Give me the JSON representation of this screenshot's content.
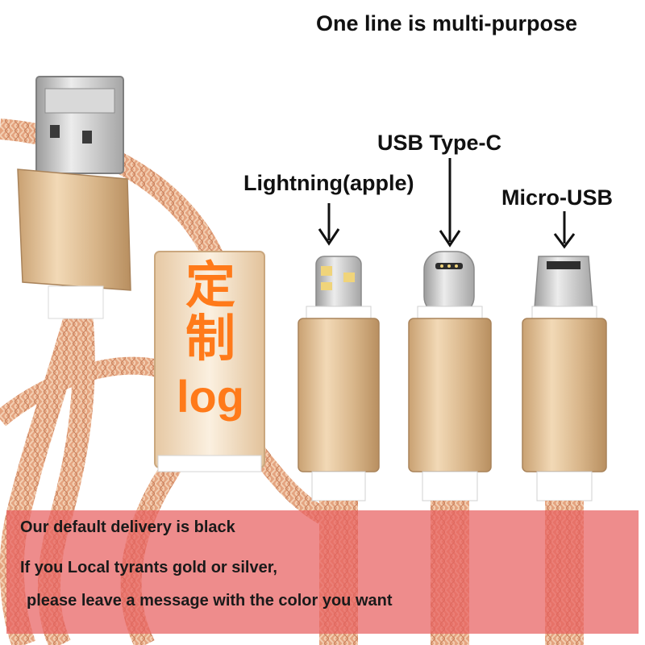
{
  "headline": "One line is multi-purpose",
  "connectors": {
    "lightning": "Lightning(apple)",
    "type_c": "USB Type-C",
    "micro_usb": "Micro-USB"
  },
  "custom_plate": {
    "line1": "定",
    "line2": "制",
    "line3": "log"
  },
  "banner": {
    "line1": "Our default delivery is black",
    "line2": "If you Local tyrants gold or silver,",
    "line3": " please leave a message with the color you want"
  },
  "colors": {
    "gold": "#d8b88f",
    "braid": "#e6a27e",
    "banner": "#e86060",
    "plate_text": "#ff7a1a"
  }
}
